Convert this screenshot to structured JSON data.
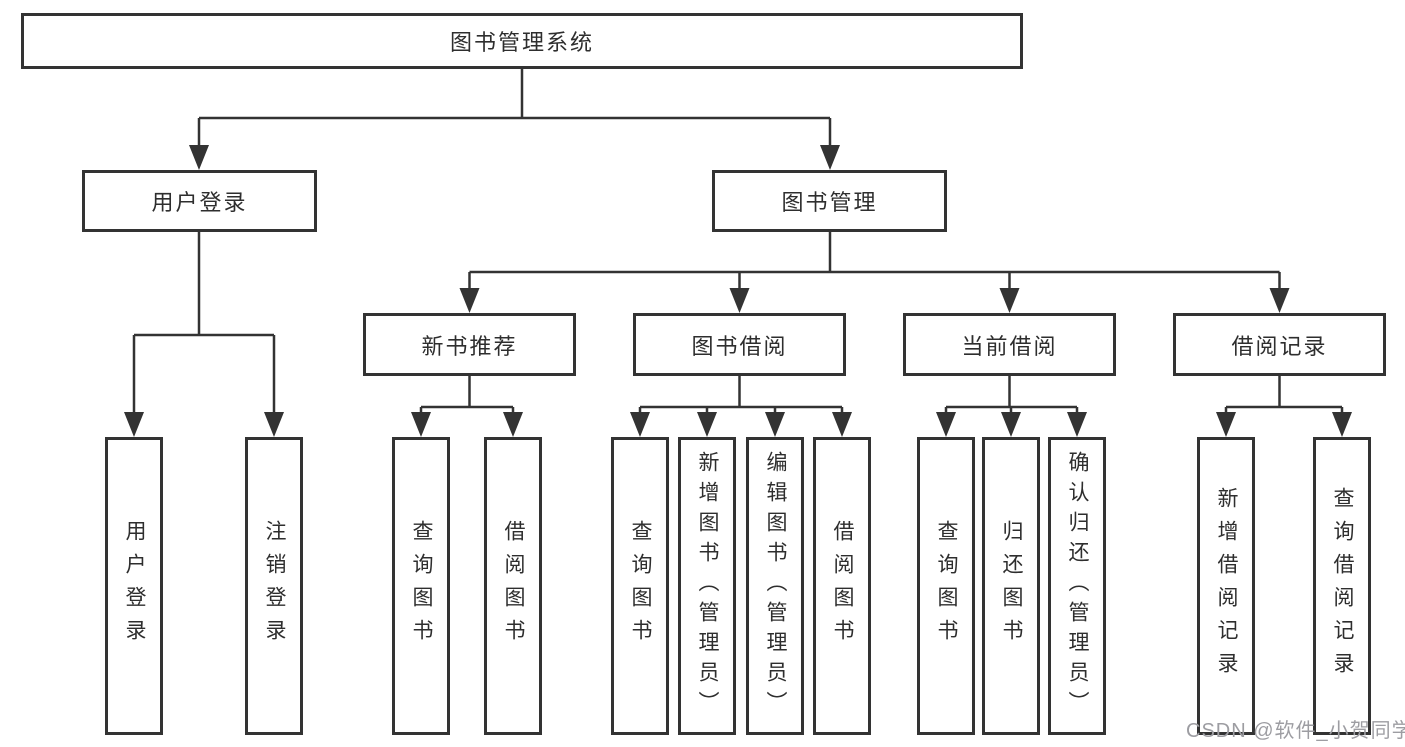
{
  "diagram": {
    "type": "hierarchy-tree",
    "tree": {
      "label": "图书管理系统",
      "children": [
        {
          "label": "用户登录",
          "children": [
            {
              "label": "用户登录"
            },
            {
              "label": "注销登录"
            }
          ]
        },
        {
          "label": "图书管理",
          "children": [
            {
              "label": "新书推荐",
              "children": [
                {
                  "label": "查询图书"
                },
                {
                  "label": "借阅图书"
                }
              ]
            },
            {
              "label": "图书借阅",
              "children": [
                {
                  "label": "查询图书"
                },
                {
                  "label": "新增图书（管理员）"
                },
                {
                  "label": "编辑图书（管理员）"
                },
                {
                  "label": "借阅图书"
                }
              ]
            },
            {
              "label": "当前借阅",
              "children": [
                {
                  "label": "查询图书"
                },
                {
                  "label": "归还图书"
                },
                {
                  "label": "确认归还（管理员）"
                }
              ]
            },
            {
              "label": "借阅记录",
              "children": [
                {
                  "label": "新增借阅记录"
                },
                {
                  "label": "查询借阅记录"
                }
              ]
            }
          ]
        }
      ]
    },
    "colors": {
      "line": "#333333",
      "text": "#2e2e2e",
      "background": "#ffffff",
      "watermark": "#9d9da2"
    }
  },
  "watermark": {
    "text": "CSDN @软件_小贺同学"
  }
}
